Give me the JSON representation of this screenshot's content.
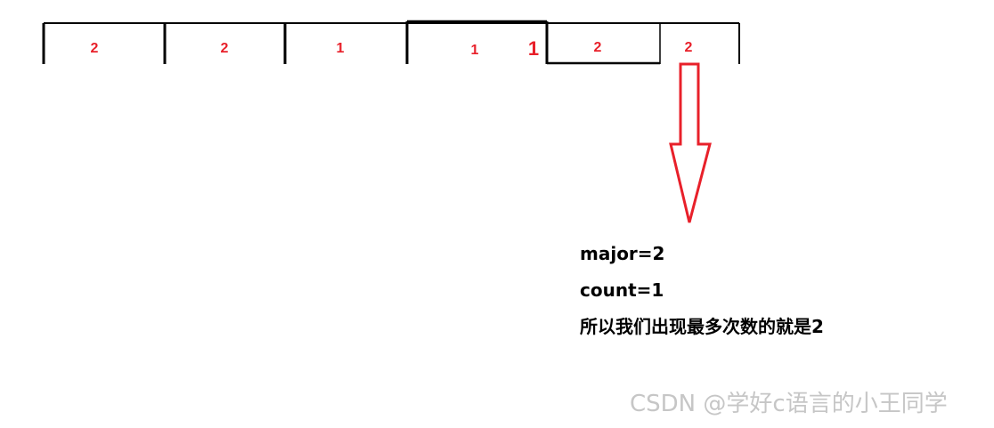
{
  "array": {
    "cells": [
      {
        "value": "2"
      },
      {
        "value": "2"
      },
      {
        "value": "1"
      },
      {
        "value": "1",
        "extra_mark": "1"
      },
      {
        "value": "2"
      },
      {
        "value": "2"
      }
    ]
  },
  "colors": {
    "cell_text": "#e8202a",
    "arrow": "#e8202a",
    "cell_border": "#000000",
    "note_text": "#000000",
    "watermark": "#c6c6c6"
  },
  "notes": {
    "major": "major=2",
    "count": "count=1",
    "conclusion": "所以我们出现最多次数的就是2"
  },
  "watermark": "CSDN @学好c语言的小王同学"
}
